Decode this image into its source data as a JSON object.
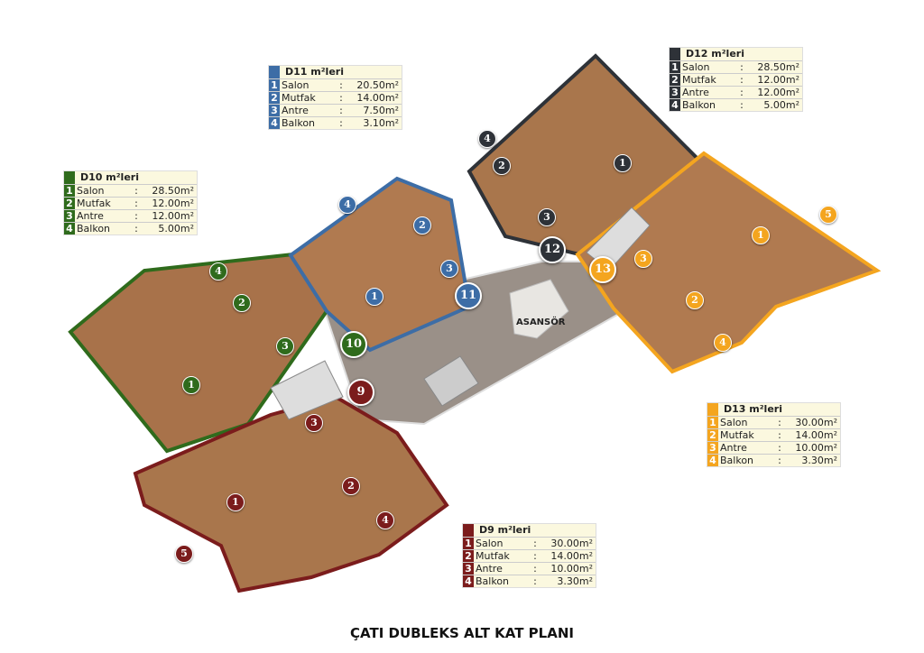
{
  "title": "ÇATI DUBLEKS ALT KAT PLANI",
  "elevator_label": "ASANSÖR",
  "colors": {
    "D9": "#7b1c1c",
    "D10": "#2f6b1c",
    "D11": "#3d6da6",
    "D12": "#2e3238",
    "D13": "#f4a51f"
  },
  "units": {
    "D11": {
      "title": "D11 m²leri",
      "rooms": [
        {
          "n": "1",
          "name": "Salon",
          "area": "20.50m²"
        },
        {
          "n": "2",
          "name": "Mutfak",
          "area": "14.00m²"
        },
        {
          "n": "3",
          "name": "Antre",
          "area": "7.50m²"
        },
        {
          "n": "4",
          "name": "Balkon",
          "area": "3.10m²"
        }
      ]
    },
    "D12": {
      "title": "D12 m²leri",
      "rooms": [
        {
          "n": "1",
          "name": "Salon",
          "area": "28.50m²"
        },
        {
          "n": "2",
          "name": "Mutfak",
          "area": "12.00m²"
        },
        {
          "n": "3",
          "name": "Antre",
          "area": "12.00m²"
        },
        {
          "n": "4",
          "name": "Balkon",
          "area": "5.00m²"
        }
      ]
    },
    "D10": {
      "title": "D10 m²leri",
      "rooms": [
        {
          "n": "1",
          "name": "Salon",
          "area": "28.50m²"
        },
        {
          "n": "2",
          "name": "Mutfak",
          "area": "12.00m²"
        },
        {
          "n": "3",
          "name": "Antre",
          "area": "12.00m²"
        },
        {
          "n": "4",
          "name": "Balkon",
          "area": "5.00m²"
        }
      ]
    },
    "D13": {
      "title": "D13 m²leri",
      "rooms": [
        {
          "n": "1",
          "name": "Salon",
          "area": "30.00m²"
        },
        {
          "n": "2",
          "name": "Mutfak",
          "area": "14.00m²"
        },
        {
          "n": "3",
          "name": "Antre",
          "area": "10.00m²"
        },
        {
          "n": "4",
          "name": "Balkon",
          "area": "3.30m²"
        }
      ]
    },
    "D9": {
      "title": "D9 m²leri",
      "rooms": [
        {
          "n": "1",
          "name": "Salon",
          "area": "30.00m²"
        },
        {
          "n": "2",
          "name": "Mutfak",
          "area": "14.00m²"
        },
        {
          "n": "3",
          "name": "Antre",
          "area": "10.00m²"
        },
        {
          "n": "4",
          "name": "Balkon",
          "area": "3.30m²"
        }
      ]
    }
  },
  "separator": ":",
  "room_markers": {
    "one": "1",
    "two": "2",
    "three": "3",
    "four": "4",
    "five": "5"
  },
  "door_pins": [
    "9",
    "10",
    "11",
    "12",
    "13"
  ]
}
